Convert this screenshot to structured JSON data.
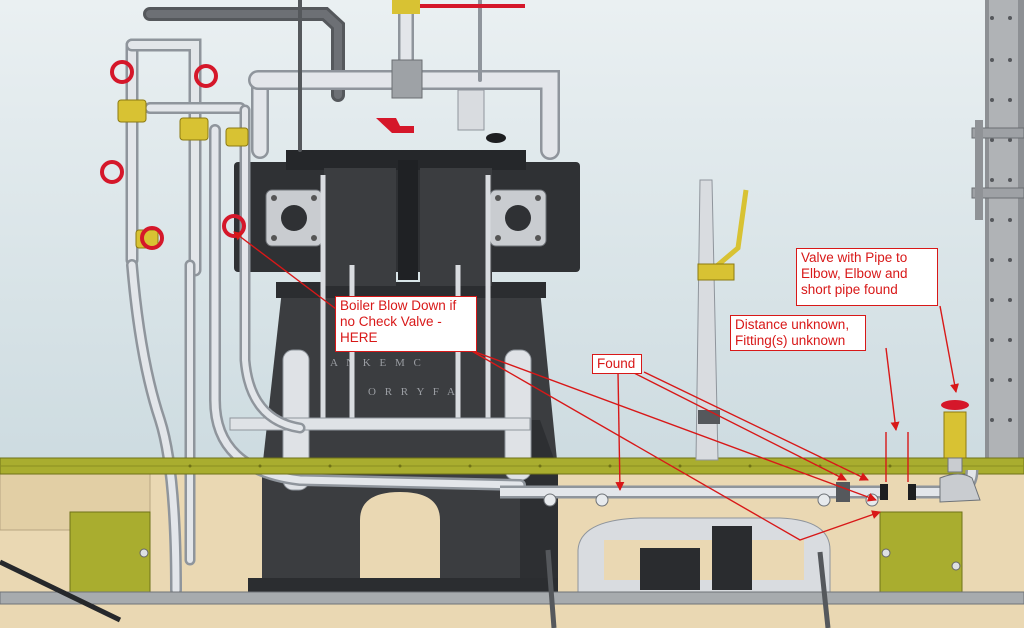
{
  "colors": {
    "sky_top": "#e8eef0",
    "sky_bottom": "#c7d7dd",
    "deck": "#a9ad2f",
    "deck_edge": "#6f7218",
    "floor": "#ead8b3",
    "engine": "#3b3d40",
    "engine_dark": "#26282b",
    "pipe": "#e3e6ea",
    "pipe_edge": "#8f959c",
    "valve_red": "#d5172a",
    "brass": "#d8c233",
    "annotation": "#d81818",
    "column": "#a8abaf"
  },
  "callouts": {
    "blowdown": "Boiler Blow Down if\nno Check Valve -\nHERE",
    "found": "Found",
    "distance": "Distance unknown,\nFitting(s) unknown",
    "valve": "Valve with Pipe to\nElbow, Elbow and\nshort pipe found"
  },
  "engine_plate": {
    "line1": "A N K E M   C",
    "line2": "O R R Y   F A"
  },
  "icons": {
    "valve_handwheel": "red-handwheel",
    "flange": "bolted-flange",
    "elbow": "pipe-elbow",
    "arrow": "red-arrowhead"
  }
}
